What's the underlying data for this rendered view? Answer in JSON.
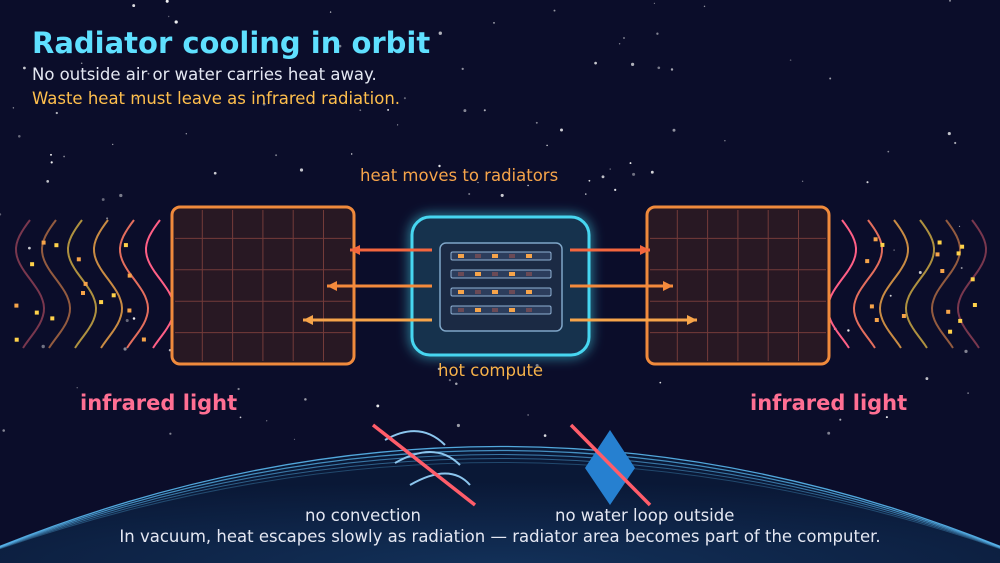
{
  "title": "Radiator cooling in orbit",
  "subtitle_line1": "No outside air or water carries heat away.",
  "subtitle_line2": "Waste heat must leave as infrared radiation.",
  "labels": {
    "heat_moves": "heat moves to radiators",
    "hot_compute": "hot compute",
    "infrared_left": "infrared light",
    "infrared_right": "infrared light",
    "no_convection": "no convection",
    "no_water_loop": "no water loop outside"
  },
  "caption": "In vacuum, heat escapes slowly as radiation — radiator area becomes part of the computer.",
  "colors": {
    "background": "#0b0d2a",
    "title": "#5fe0ff",
    "highlight": "#ffbf4d",
    "radiator": "#f08a3c",
    "compute_glow": "#46d6f0",
    "infrared": "#ff5f86",
    "earth_rim": "#5ab8f0"
  },
  "icons": {
    "convection": "crossed-out-airflow-icon",
    "water": "crossed-out-water-drop-icon"
  }
}
